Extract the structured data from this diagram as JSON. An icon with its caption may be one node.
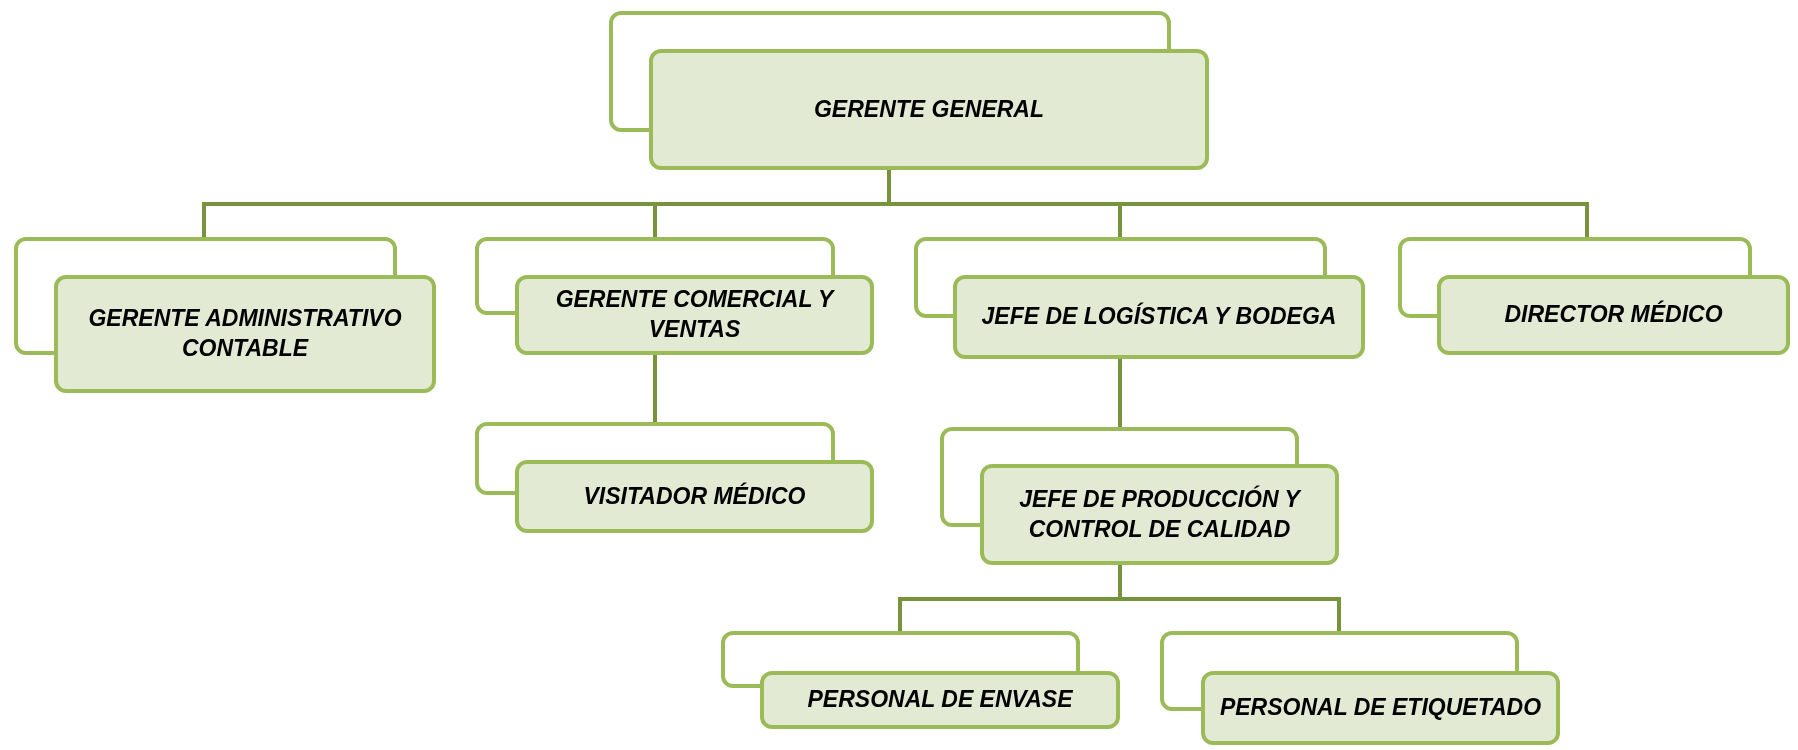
{
  "diagram": {
    "nodes": [
      {
        "text": [
          "GERENTE GENERAL"
        ]
      },
      {
        "text": [
          "GERENTE ADMINISTRATIVO CONTABLE"
        ]
      },
      {
        "text": [
          "GERENTE COMERCIAL Y VENTAS"
        ]
      },
      {
        "text": [
          "JEFE DE LOGÍSTICA Y BODEGA"
        ]
      },
      {
        "text": [
          "DIRECTOR MÉDICO"
        ]
      },
      {
        "text": [
          "VISITADOR MÉDICO"
        ]
      },
      {
        "text": [
          "JEFE DE PRODUCCIÓN Y CONTROL DE CALIDAD"
        ]
      },
      {
        "text": [
          "PERSONAL DE ENVASE"
        ]
      },
      {
        "text": [
          "PERSONAL DE ETIQUETADO"
        ]
      }
    ],
    "edges": [
      {
        "from": 0,
        "to": 1,
        "arrow": "none"
      },
      {
        "from": 0,
        "to": 2,
        "arrow": "none"
      },
      {
        "from": 0,
        "to": 3,
        "arrow": "none"
      },
      {
        "from": 0,
        "to": 4,
        "arrow": "none"
      },
      {
        "from": 2,
        "to": 5,
        "arrow": "none"
      },
      {
        "from": 3,
        "to": 6,
        "arrow": "none"
      },
      {
        "from": 6,
        "to": 7,
        "arrow": "none"
      },
      {
        "from": 6,
        "to": 8,
        "arrow": "none"
      }
    ]
  }
}
